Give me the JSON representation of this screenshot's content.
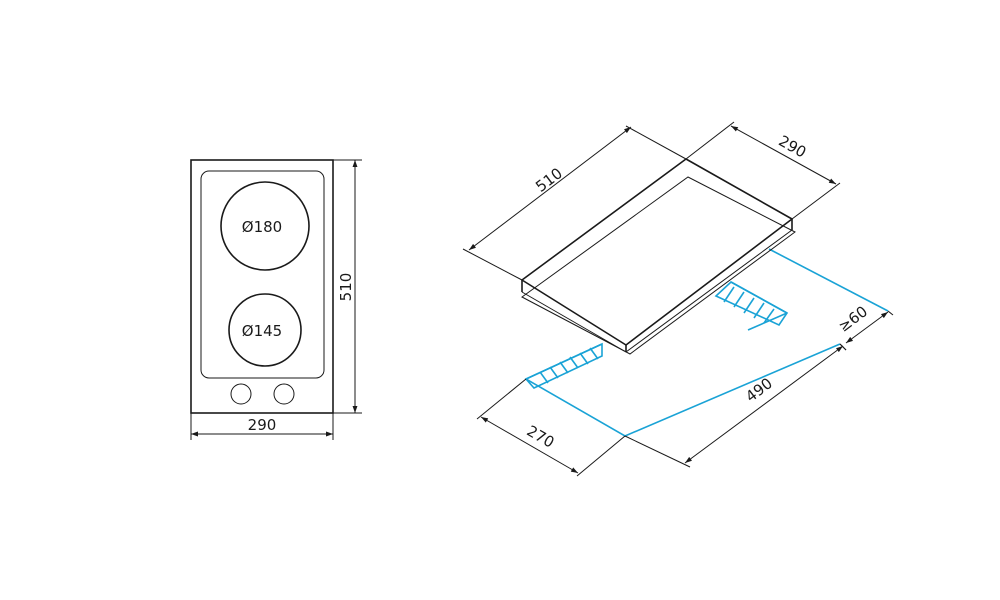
{
  "front_view": {
    "burner_large_label": "Ø180",
    "burner_small_label": "Ø145",
    "width_label": "290",
    "depth_label": "510"
  },
  "iso_view": {
    "depth_label": "510",
    "width_label": "290",
    "cutout_width_label": "270",
    "cutout_depth_label": "490",
    "clearance_label": "≥60"
  },
  "colors": {
    "line": "#1a1a1a",
    "cutout": "#1aa3d6"
  }
}
